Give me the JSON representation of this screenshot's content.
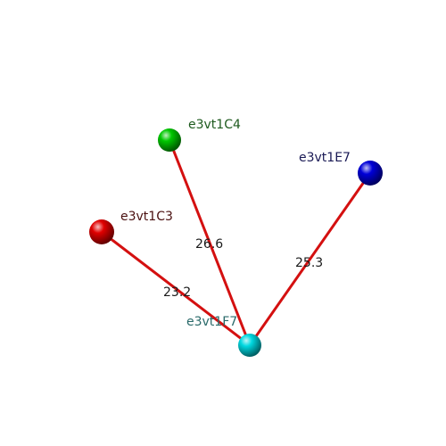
{
  "atoms": [
    {
      "id": "c4",
      "label": "e3vt1C4",
      "color": "#00c800",
      "label_color": "#1e5a1e"
    },
    {
      "id": "e7",
      "label": "e3vt1E7",
      "color": "#0000d8",
      "label_color": "#1a1a55"
    },
    {
      "id": "c3",
      "label": "e3vt1C3",
      "color": "#e00000",
      "label_color": "#4a1010"
    },
    {
      "id": "f7",
      "label": "e3vt1F7",
      "color": "#00d8e0",
      "label_color": "#2a6a6a"
    }
  ],
  "bonds": [
    {
      "from": "c4",
      "to": "f7",
      "distance": "26.6"
    },
    {
      "from": "e7",
      "to": "f7",
      "distance": "25.3"
    },
    {
      "from": "c3",
      "to": "f7",
      "distance": "23.2"
    }
  ],
  "bond_color": "#d41010"
}
